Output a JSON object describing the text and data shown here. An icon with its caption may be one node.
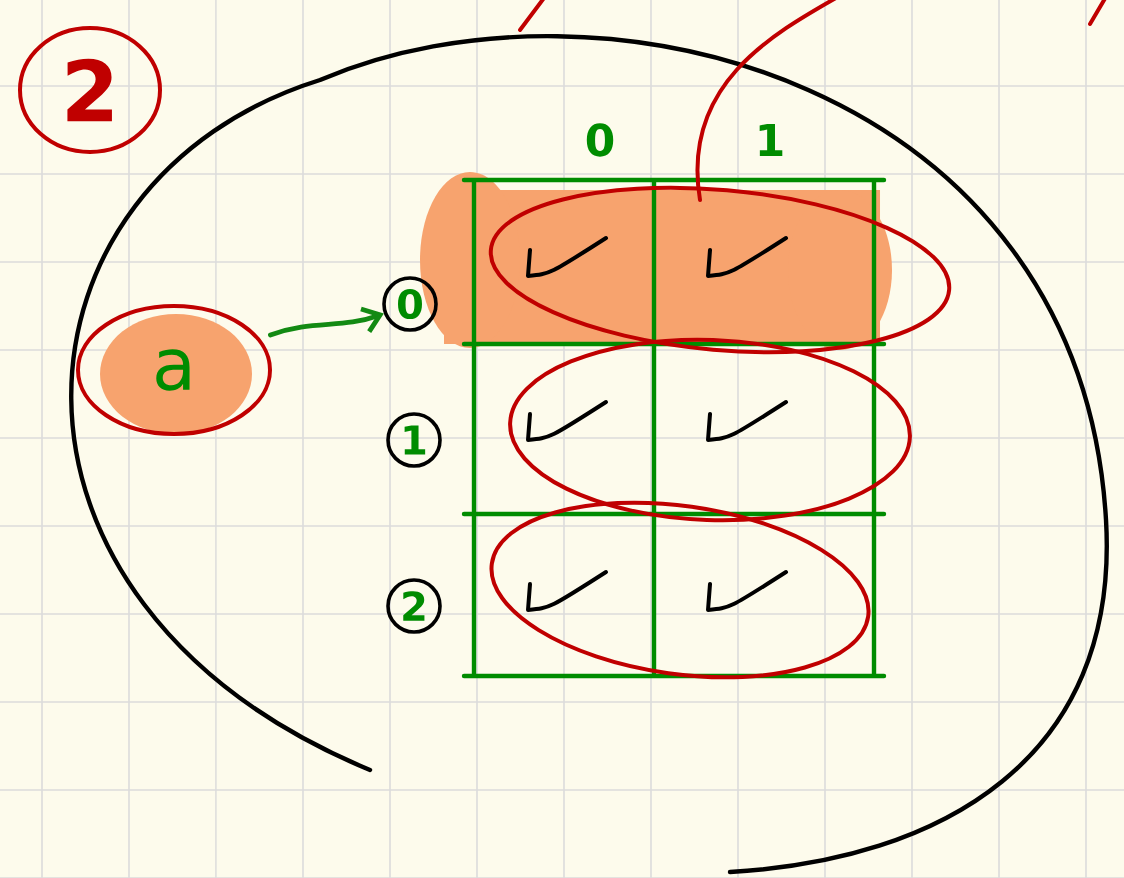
{
  "diagram": {
    "nodes": [
      {
        "text": [
          "a"
        ]
      },
      {
        "text": [
          "0"
        ]
      },
      {
        "text": [
          "1"
        ]
      },
      {
        "text": [
          "2"
        ]
      }
    ],
    "edges": [
      {
        "from": 0,
        "to": 1,
        "arrow": "to",
        "color": "#138a13"
      }
    ],
    "labels": [
      "2",
      "0",
      "1"
    ]
  }
}
